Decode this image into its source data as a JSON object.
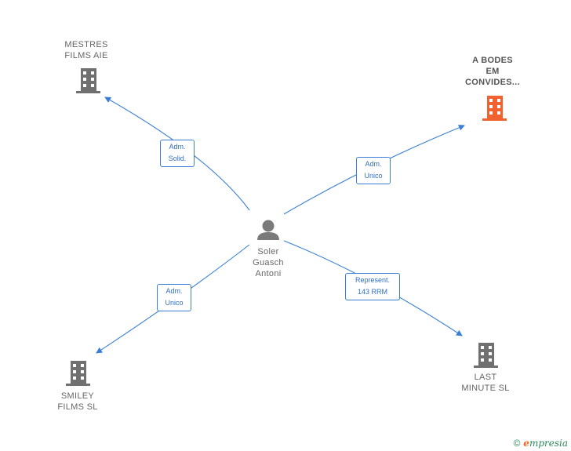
{
  "center": {
    "name": "Soler\nGuasch\nAntoni",
    "icon": "person-icon"
  },
  "companies": [
    {
      "id": "mestres",
      "name": "MESTRES\nFILMS  AIE",
      "icon": "building-icon",
      "color": "#707070"
    },
    {
      "id": "abodes",
      "name": "A BODES\nEM\nCONVIDES...",
      "icon": "building-icon",
      "color": "#f0622f"
    },
    {
      "id": "smiley",
      "name": "SMILEY\nFILMS  SL",
      "icon": "building-icon",
      "color": "#707070"
    },
    {
      "id": "lastminute",
      "name": "LAST\nMINUTE  SL",
      "icon": "building-icon",
      "color": "#707070"
    }
  ],
  "relations": [
    {
      "to": "mestres",
      "label": "Adm.\nSolid."
    },
    {
      "to": "abodes",
      "label": "Adm.\nUnico"
    },
    {
      "to": "smiley",
      "label": "Adm.\nUnico"
    },
    {
      "to": "lastminute",
      "label": "Represent.\n143 RRM"
    }
  ],
  "colors": {
    "edge": "#3a7fd5",
    "person": "#7a7a7a"
  },
  "watermark": {
    "copyright": "©",
    "brand_initial": "e",
    "brand_rest": "mpresia"
  }
}
